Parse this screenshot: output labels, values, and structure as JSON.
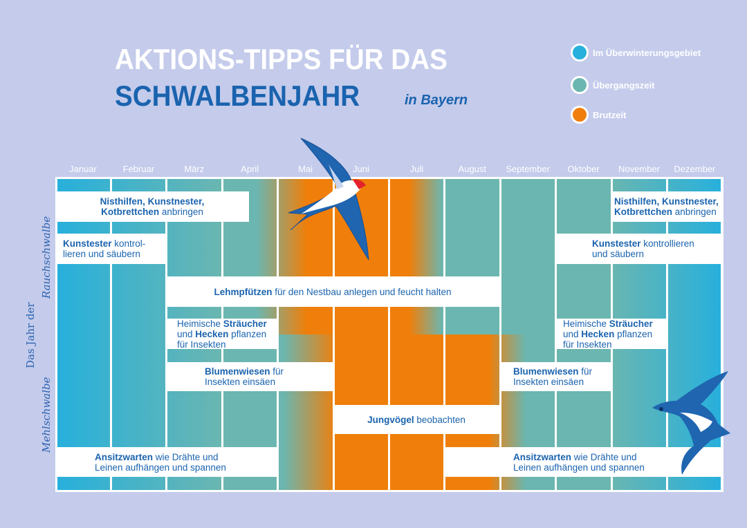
{
  "header": {
    "title_line1": "AKTIONS-TIPPS FÜR DAS",
    "title_line2": "SCHWALBENJAHR",
    "title_suffix": "in Bayern"
  },
  "legend": [
    {
      "label": "Im Überwinterungsgebiet",
      "color": "#27b0dc"
    },
    {
      "label": "Übergangszeit",
      "color": "#6bb6b0"
    },
    {
      "label": "Brutzeit",
      "color": "#ef7f0a"
    }
  ],
  "months": [
    "Januar",
    "Februar",
    "März",
    "April",
    "Mai",
    "Juni",
    "Juli",
    "August",
    "September",
    "Oktober",
    "November",
    "Dezember"
  ],
  "side_labels": {
    "upper": "Rauchschwalbe",
    "lower": "Mehlschwalbe",
    "common": "Das Jahr der"
  },
  "actions": [
    {
      "lines": [
        [
          {
            "t": "Nisthilfen, Kunstnester,",
            "b": true
          }
        ],
        [
          {
            "t": "Kotbrettchen",
            "b": true
          },
          {
            "t": " anbringen",
            "b": false
          }
        ]
      ]
    },
    {
      "lines": [
        [
          {
            "t": "Kunstester",
            "b": true
          },
          {
            "t": " kontrol-",
            "b": false
          }
        ],
        [
          {
            "t": "lieren und säubern",
            "b": false
          }
        ]
      ]
    },
    {
      "lines": [
        [
          {
            "t": "Lehmpfützen",
            "b": true
          },
          {
            "t": " für den Nestbau anlegen und feucht halten",
            "b": false
          }
        ]
      ]
    },
    {
      "lines": [
        [
          {
            "t": "Heimische ",
            "b": false
          },
          {
            "t": "Sträucher",
            "b": true
          }
        ],
        [
          {
            "t": "und ",
            "b": false
          },
          {
            "t": "Hecken",
            "b": true
          },
          {
            "t": " pflanzen",
            "b": false
          }
        ],
        [
          {
            "t": "für Insekten",
            "b": false
          }
        ]
      ]
    },
    {
      "lines": [
        [
          {
            "t": "Blumenwiesen",
            "b": true
          },
          {
            "t": " für",
            "b": false
          }
        ],
        [
          {
            "t": "Insekten einsäen",
            "b": false
          }
        ]
      ]
    },
    {
      "lines": [
        [
          {
            "t": "Jungvögel",
            "b": true
          },
          {
            "t": " beobachten",
            "b": false
          }
        ]
      ]
    },
    {
      "lines": [
        [
          {
            "t": "Ansitzwarten",
            "b": true
          },
          {
            "t": " wie Drähte und",
            "b": false
          }
        ],
        [
          {
            "t": "Leinen aufhängen und spannen",
            "b": false
          }
        ]
      ]
    },
    {
      "lines": [
        [
          {
            "t": "Nisthilfen, Kunstnester,",
            "b": true
          }
        ],
        [
          {
            "t": "Kotbrettchen",
            "b": true
          },
          {
            "t": " anbringen",
            "b": false
          }
        ]
      ]
    },
    {
      "lines": [
        [
          {
            "t": "Kunstester",
            "b": true
          },
          {
            "t": " kontrollieren",
            "b": false
          }
        ],
        [
          {
            "t": "und säubern",
            "b": false
          }
        ]
      ]
    },
    {
      "lines": [
        [
          {
            "t": "Heimische ",
            "b": false
          },
          {
            "t": "Sträucher",
            "b": true
          }
        ],
        [
          {
            "t": "und ",
            "b": false
          },
          {
            "t": "Hecken",
            "b": true
          },
          {
            "t": " pflanzen",
            "b": false
          }
        ],
        [
          {
            "t": "für Insekten",
            "b": false
          }
        ]
      ]
    },
    {
      "lines": [
        [
          {
            "t": "Blumenwiesen",
            "b": true
          },
          {
            "t": " für",
            "b": false
          }
        ],
        [
          {
            "t": "Insekten einsäen",
            "b": false
          }
        ]
      ]
    },
    {
      "lines": [
        [
          {
            "t": "Ansitzwarten",
            "b": true
          },
          {
            "t": " wie Drähte und",
            "b": false
          }
        ],
        [
          {
            "t": "Leinen aufhängen und spannen",
            "b": false
          }
        ]
      ]
    }
  ]
}
